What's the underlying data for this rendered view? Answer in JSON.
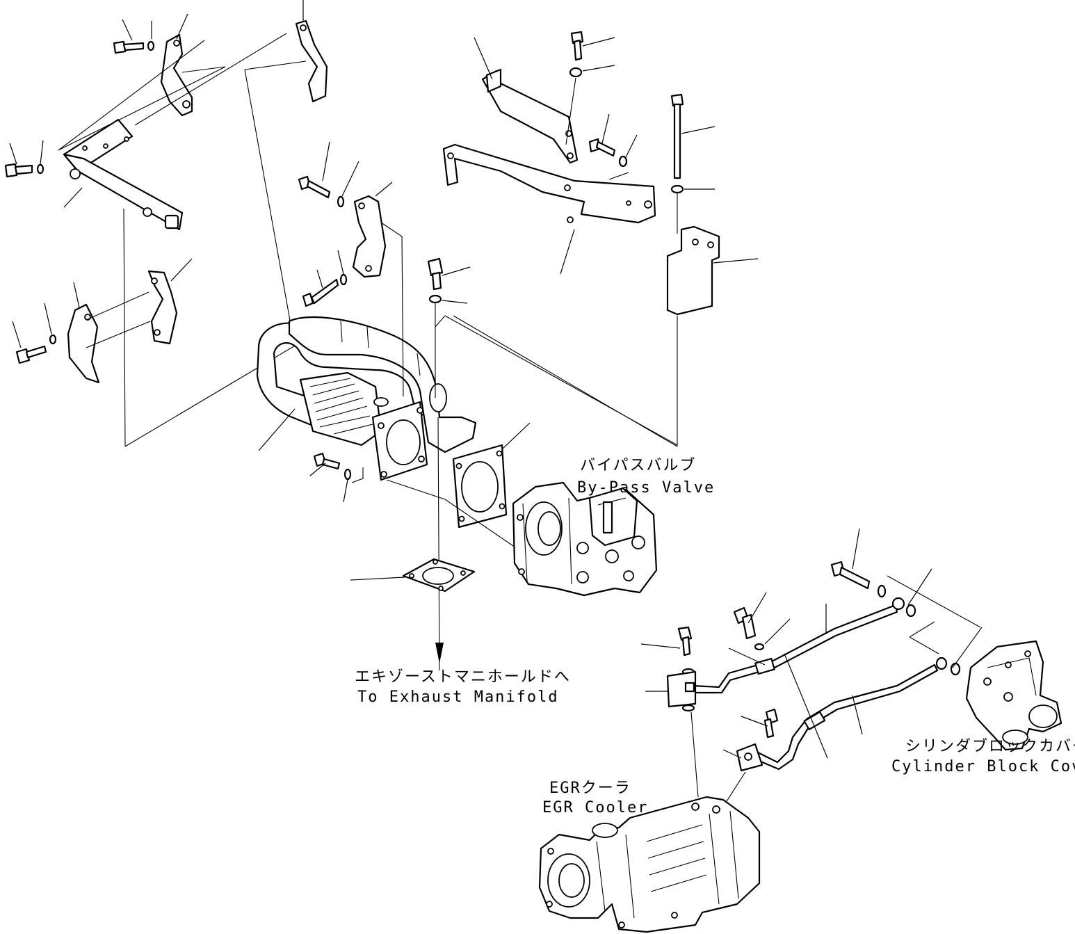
{
  "labels": {
    "bypass_valve": {
      "jp": "バイパスバルブ",
      "en": "By-Pass Valve"
    },
    "exhaust_manifold": {
      "jp": "エキゾーストマニホールドへ",
      "en": "To Exhaust Manifold"
    },
    "cylinder_block_cover": {
      "jp": "シリンダブロックカバー",
      "en": "Cylinder Block Cover"
    },
    "egr_cooler": {
      "jp": "EGRクーラ",
      "en": "EGR Cooler"
    }
  }
}
